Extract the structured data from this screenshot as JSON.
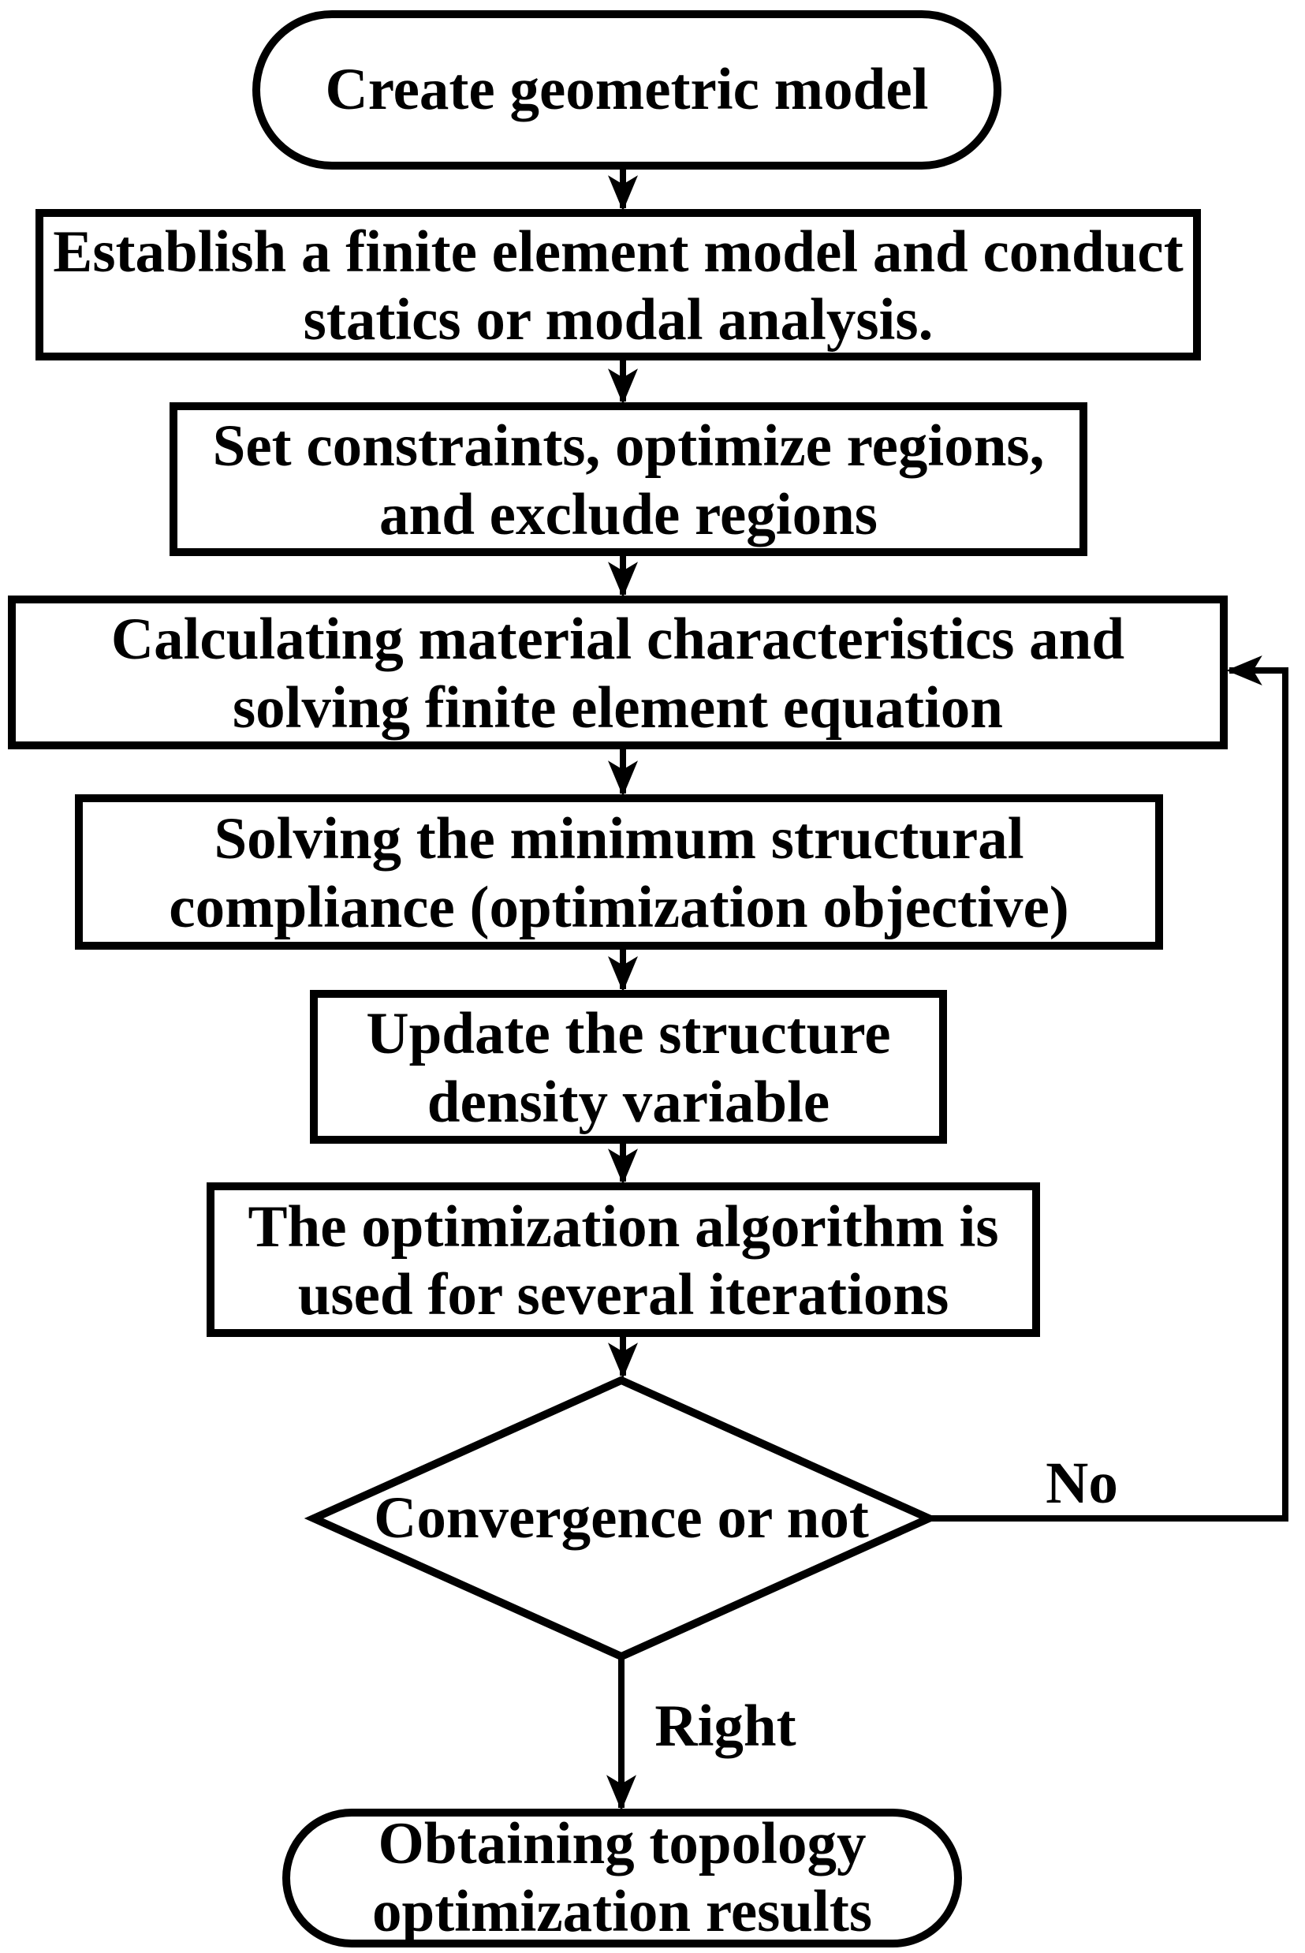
{
  "diagram": {
    "type": "flowchart",
    "title": "Topology optimization process flowchart",
    "colors": {
      "background": "#ffffff",
      "stroke": "#000000",
      "text": "#000000"
    },
    "nodes": {
      "start": {
        "shape": "stadium",
        "lines": [
          "Create geometric model"
        ]
      },
      "fem": {
        "shape": "rect",
        "lines": [
          "Establish a finite element model and conduct",
          "statics or modal analysis."
        ]
      },
      "constraints": {
        "shape": "rect",
        "lines": [
          "Set constraints, optimize regions,",
          "and exclude regions"
        ]
      },
      "material": {
        "shape": "rect",
        "lines": [
          "Calculating material characteristics and",
          "solving finite element equation"
        ]
      },
      "compliance": {
        "shape": "rect",
        "lines": [
          "Solving the minimum structural",
          "compliance (optimization objective)"
        ]
      },
      "update": {
        "shape": "rect",
        "lines": [
          "Update the structure",
          "density variable"
        ]
      },
      "iterations": {
        "shape": "rect",
        "lines": [
          "The optimization algorithm is",
          "used for several iterations"
        ]
      },
      "decision": {
        "shape": "diamond",
        "lines": [
          "Convergence or not"
        ]
      },
      "end": {
        "shape": "stadium",
        "lines": [
          "Obtaining topology",
          "optimization results"
        ]
      }
    },
    "edges": {
      "no_label": "No",
      "right_label": "Right"
    }
  }
}
